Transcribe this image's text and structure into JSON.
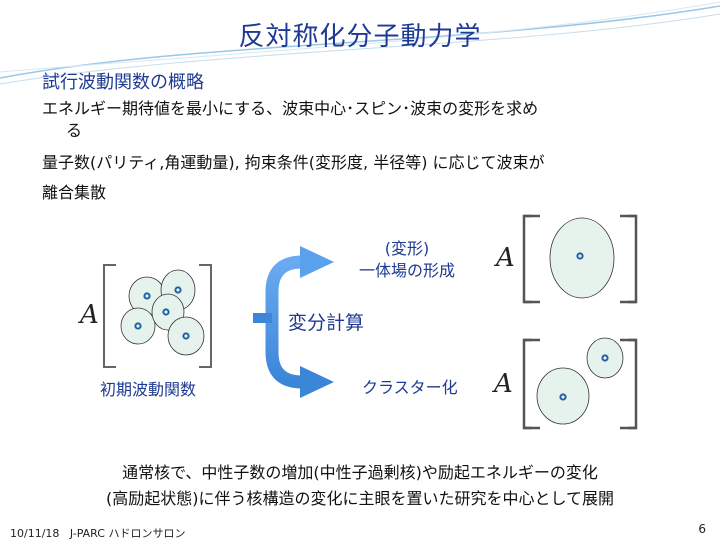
{
  "title": "反対称化分子動力学",
  "subtitle": "試行波動関数の概略",
  "bullets": {
    "b1_line1": "エネルギー期待値を最小にする、波束中心･スピン･波束の変形を求め",
    "b1_line2": "る",
    "b2": "量子数(パリティ,角運動量), 拘束条件(変形度, 半径等) に応じて波束が",
    "b3": "離合集散"
  },
  "diagram": {
    "deform_line1": "(変形)",
    "deform_line2": "一体場の形成",
    "variation": "変分計算",
    "cluster": "クラスター化",
    "initial": "初期波動関数",
    "antisym_symbol": "A"
  },
  "bottom": {
    "line1": "通常核で、中性子数の増加(中性子過剰核)や励起エネルギーの変化",
    "line2": "(高励起状態)に伴う核構造の変化に主眼を置いた研究を中心として展開"
  },
  "footer": {
    "date": "10/11/18",
    "event": "J-PARC ハドロンサロン",
    "page": "6"
  },
  "colors": {
    "accent": "#1f3a93",
    "bubble_fill": "#e6f3ec",
    "arrow": "#4a90e2"
  }
}
